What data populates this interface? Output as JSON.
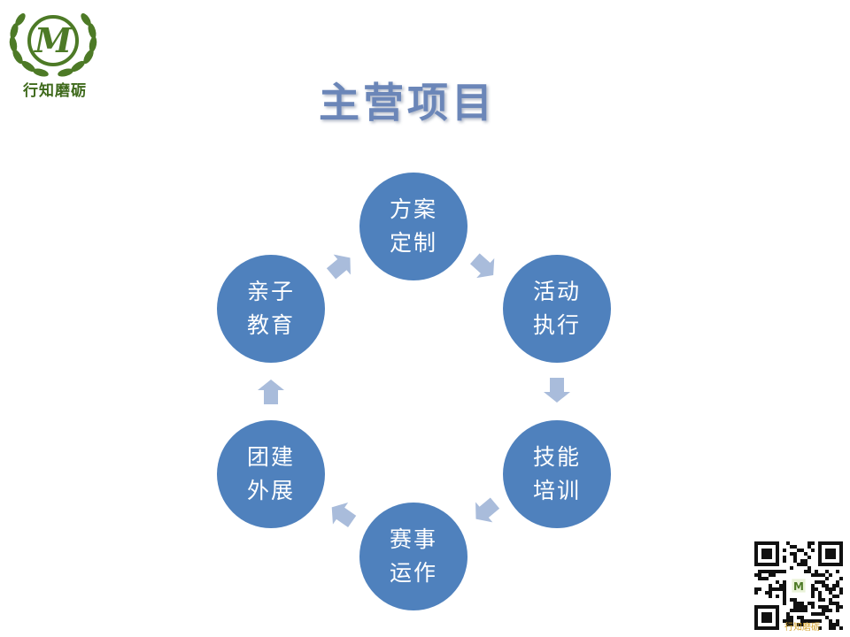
{
  "logo": {
    "letter": "M",
    "text": "行知磨砺"
  },
  "title": "主营项目",
  "cycle": {
    "nodes": [
      {
        "line1": "方案",
        "line2": "定制"
      },
      {
        "line1": "活动",
        "line2": "执行"
      },
      {
        "line1": "技能",
        "line2": "培训"
      },
      {
        "line1": "赛事",
        "line2": "运作"
      },
      {
        "line1": "团建",
        "line2": "外展"
      },
      {
        "line1": "亲子",
        "line2": "教育"
      }
    ],
    "node_color": "#4f81bd",
    "arrow_color": "#a9bcdb"
  },
  "qr": {
    "caption": "行知磨砺"
  }
}
